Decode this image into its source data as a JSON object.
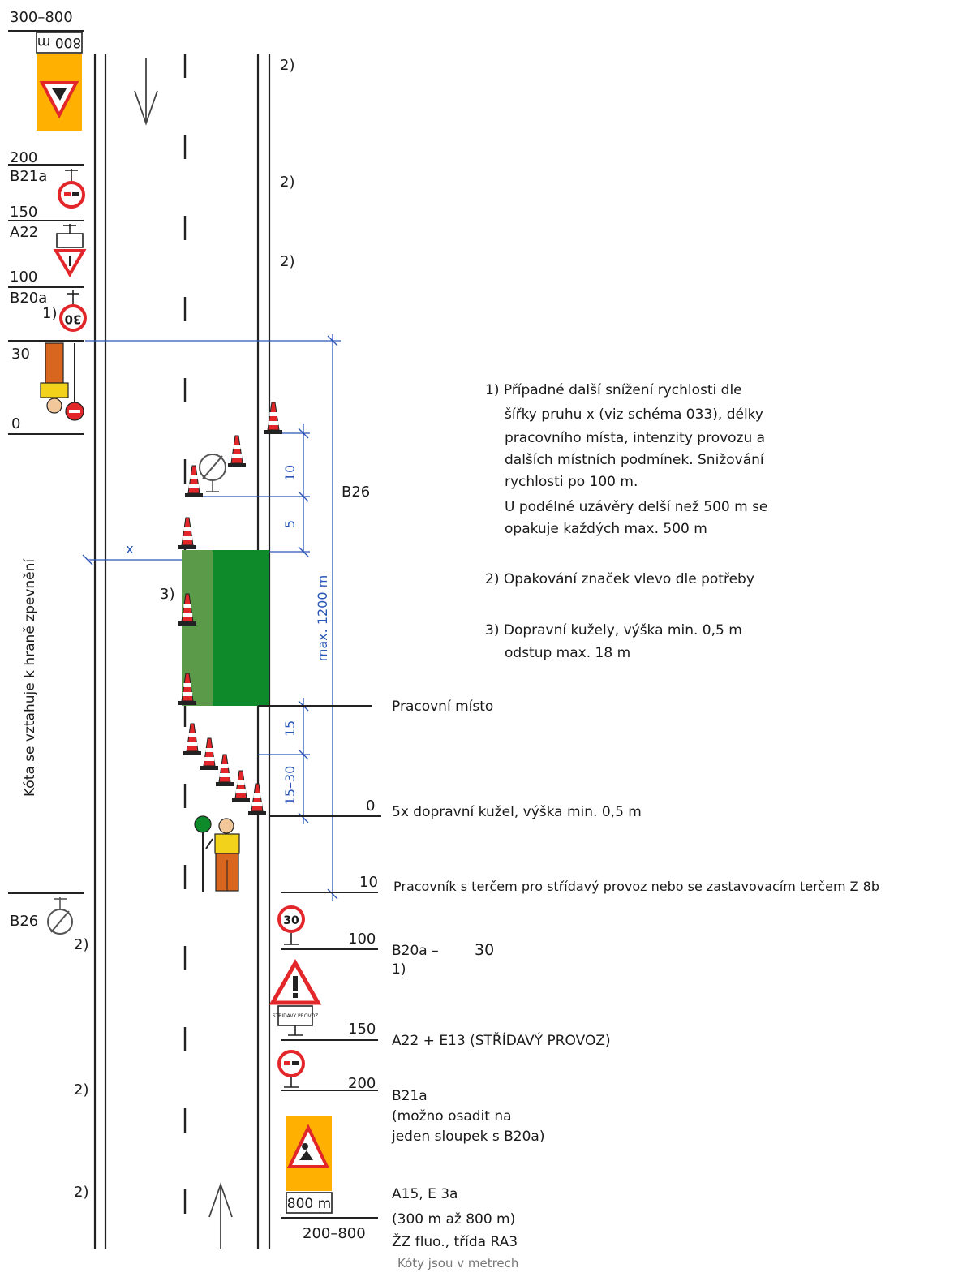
{
  "top_left": {
    "distance_top": "300–800",
    "panel_800": "800 m",
    "ch200": "200",
    "b21a": "B21a",
    "ch150": "150",
    "a22": "A22",
    "ch100": "100",
    "b20a": "B20a",
    "note1_mark": "1)",
    "sign30": "30",
    "ch30": "30",
    "ch0": "0"
  },
  "vertical_label": "Kóta se vztahuje k hraně zpevnění",
  "lane_marks": {
    "note2_a": "2)",
    "note2_b": "2)",
    "note2_c": "2)",
    "x_label": "x",
    "cones_note": "3)"
  },
  "dimensions": {
    "d10": "10",
    "d5": "5",
    "max1200": "max. 1200 m",
    "d15": "15",
    "d15_30": "15–30",
    "b26_right": "B26"
  },
  "notes": {
    "n1": [
      "1) Případné další snížení rychlosti dle",
      "šířky pruhu x (viz schéma 033), délky",
      "pracovního místa, intenzity provozu a",
      "dalších místních podmínek. Snižování",
      "rychlosti po 100 m.",
      "U podélné uzávěry delší než 500 m se",
      "opakuje každých max. 500 m"
    ],
    "n2": "2) Opakování značek vlevo dle potřeby",
    "n3": [
      "3) Dopravní kužely, výška min. 0,5 m",
      "odstup max. 18 m"
    ]
  },
  "right_labels": {
    "work_site": "Pracovní místo",
    "ch0": "0",
    "cones": "5x dopravní kužel, výška min. 0,5 m",
    "ch10": "10",
    "worker": "Pracovník s terčem pro střídavý provoz nebo se zastavovacím terčem Z 8b",
    "ch100": "100",
    "b20a_30": "B20a –",
    "b20a_val": "30",
    "b20a_note": "1)",
    "ch150": "150",
    "a22_e13": "A22 + E13 (STŘÍDAVÝ PROVOZ)",
    "ch200": "200",
    "b21a": "B21a",
    "b21a_n1": "(možno osadit na",
    "b21a_n2": "jeden sloupek s B20a)",
    "a15": "A15, E 3a",
    "a15_range": "(300 m až 800 m)",
    "ch200_800": "200–800",
    "zz": "ŽZ fluo., třída RA3",
    "footer": "Kóty jsou v metrech"
  },
  "bottom_left": {
    "b26": "B26",
    "note2_a": "2)",
    "note2_b": "2)",
    "note2_c": "2)"
  },
  "bottom_signs": {
    "sign30": "30",
    "panel_800": "800 m",
    "e13_text": "STŘÍDAVÝ PROVOZ"
  },
  "colors": {
    "orange": "#ffb000",
    "red": "#e3262a",
    "green_dark": "#0e8a2a",
    "green_light": "#5a9a48",
    "dim_blue": "#2a56b8"
  }
}
